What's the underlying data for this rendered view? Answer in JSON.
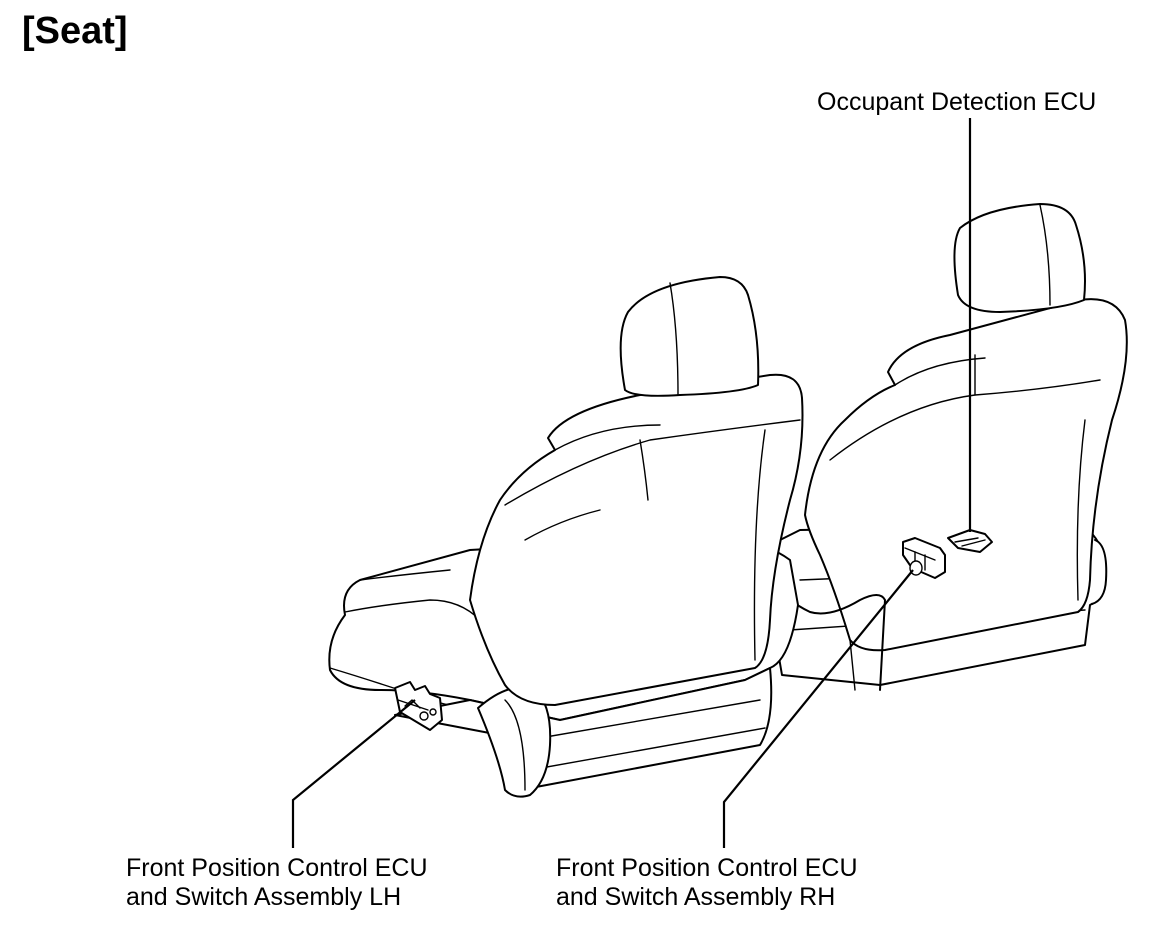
{
  "title": "[Seat]",
  "callouts": {
    "occupant_detection_ecu": "Occupant Detection ECU",
    "lh": {
      "line1": "Front Position Control ECU",
      "line2": "and Switch Assembly LH"
    },
    "rh": {
      "line1": "Front Position Control ECU",
      "line2": "and Switch Assembly RH"
    }
  }
}
